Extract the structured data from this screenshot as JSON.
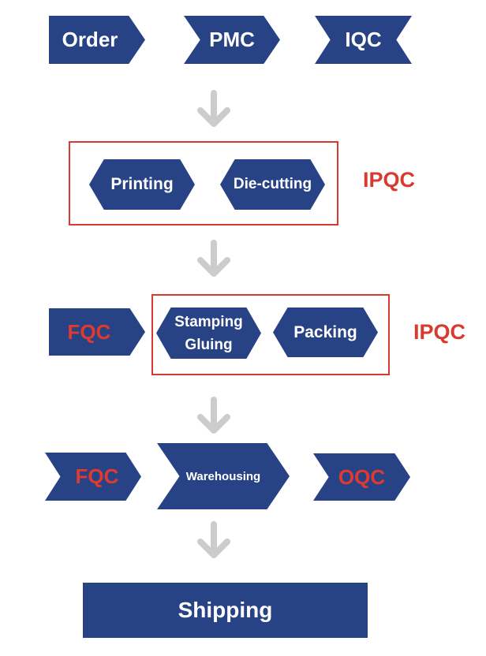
{
  "colors": {
    "shape_fill": "#284385",
    "label_white": "#ffffff",
    "highlight_red": "#e03a2e",
    "arrow_gray": "#cccccc",
    "frame_red": "#d83a2f"
  },
  "row1": {
    "order": "Order",
    "pmc": "PMC",
    "iqc": "IQC"
  },
  "row2": {
    "printing": "Printing",
    "diecutting": "Die-cutting",
    "side_label": "IPQC"
  },
  "row3": {
    "fqc": "FQC",
    "stamping": "Stamping",
    "gluing": "Gluing",
    "packing": "Packing",
    "side_label": "IPQC"
  },
  "row4": {
    "fqc": "FQC",
    "warehousing": "Warehousing",
    "oqc": "OQC"
  },
  "row5": {
    "shipping": "Shipping"
  },
  "icons": {
    "flow_arrow": "down-chevron-arrow-icon"
  }
}
